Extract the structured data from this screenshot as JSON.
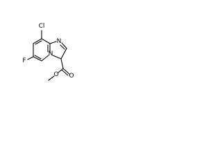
{
  "molecule": {
    "atoms": {
      "chlorine": "Cl",
      "fluorine": "F",
      "ring_nitrogen_top": "N",
      "ring_nitrogen_bridge": "N",
      "carbonyl_oxygen": "O",
      "ester_oxygen": "O"
    }
  }
}
